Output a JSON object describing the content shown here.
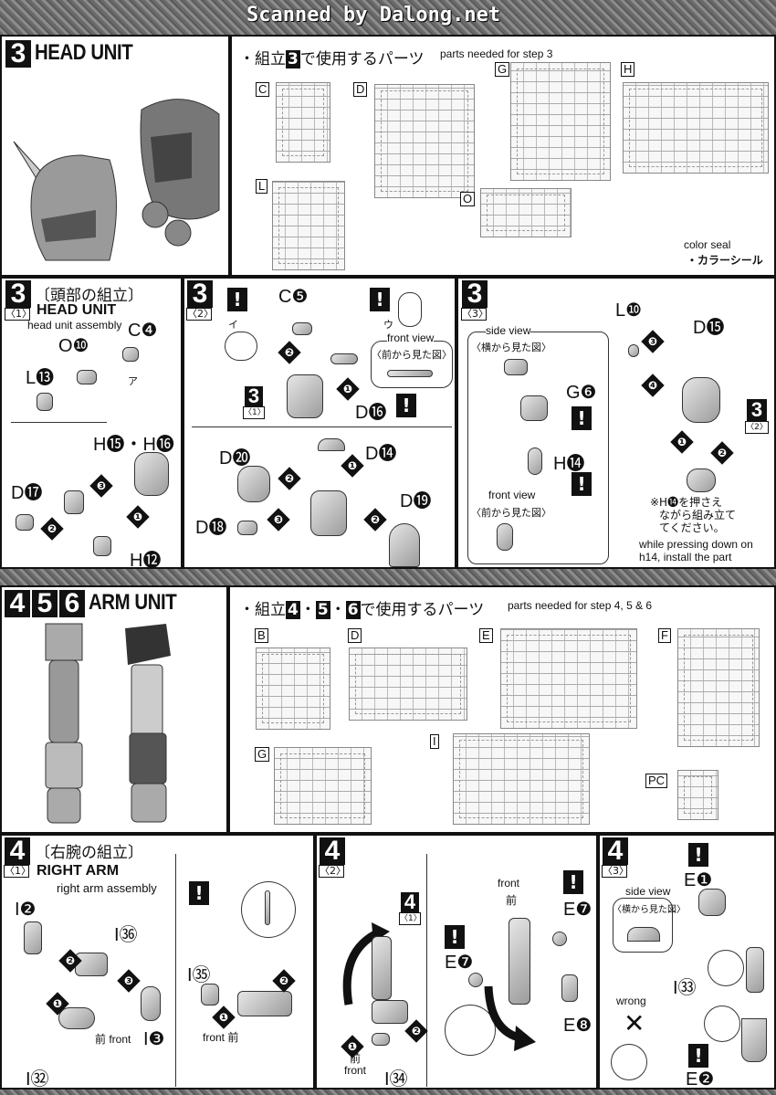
{
  "header": {
    "watermark": "Scanned by Dalong.net"
  },
  "head_unit": {
    "step": "3",
    "title": "HEAD UNIT"
  },
  "head_parts": {
    "heading": "・組立",
    "step": "3",
    "heading_suffix": "で使用するパーツ",
    "english": "parts needed for step 3",
    "runners": [
      "C",
      "D",
      "G",
      "H",
      "L",
      "O"
    ],
    "color_seal_en": "color seal",
    "color_seal_jp": "・カラーシール"
  },
  "step3_1": {
    "step": "3",
    "sub": "〈1〉",
    "jp_title": "〔頭部の組立〕",
    "title": "HEAD UNIT",
    "english": "head unit assembly",
    "parts": [
      "C❹",
      "O❿",
      "L⓭",
      "H⓯・H⓰",
      "D⓱",
      "H⓬"
    ],
    "seal": "ア"
  },
  "step3_2": {
    "step": "3",
    "sub": "〈2〉",
    "parts": [
      "C❺",
      "D⓰",
      "D⓴",
      "D⓮",
      "D⓳",
      "D⓲"
    ],
    "front_view_en": "front view",
    "front_view_jp": "〈前から見た図〉",
    "ref_step": "3",
    "ref_sub": "〈1〉",
    "seals": [
      "イ",
      "ウ"
    ]
  },
  "step3_3": {
    "step": "3",
    "sub": "〈3〉",
    "side_view_en": "side view",
    "side_view_jp": "〈横から見た図〉",
    "front_view_en": "front view",
    "front_view_jp": "〈前から見た図〉",
    "parts": [
      "G❻",
      "H⓮",
      "L❿",
      "D⓯"
    ],
    "ref_step": "3",
    "ref_sub": "〈2〉",
    "note_jp": [
      "※H⓮を押さえ",
      "ながら組み立て",
      "てください。"
    ],
    "note_en": [
      "while pressing down on",
      "h14, install the part"
    ]
  },
  "arm_unit": {
    "steps": [
      "4",
      "5",
      "6"
    ],
    "title": "ARM UNIT"
  },
  "arm_parts": {
    "heading": "・組立",
    "steps": [
      "4",
      "5",
      "6"
    ],
    "sep": "・",
    "heading_suffix": "で使用するパーツ",
    "english": "parts needed for step 4, 5 & 6",
    "runners": [
      "B",
      "D",
      "E",
      "F",
      "G",
      "I",
      "PC"
    ]
  },
  "step4_1": {
    "step": "4",
    "sub": "〈1〉",
    "jp_title": "〔右腕の組立〕",
    "title": "RIGHT ARM",
    "english": "right arm assembly",
    "parts": [
      "I❷",
      "I㊱",
      "I㉟",
      "I❸",
      "I㉜"
    ],
    "front1": "前 front",
    "front2": "front 前"
  },
  "step4_2": {
    "step": "4",
    "sub": "〈2〉",
    "ref_step": "4",
    "ref_sub": "〈1〉",
    "front_en": "front",
    "front_jp": "前",
    "parts": [
      "E❼",
      "E❼",
      "E❽",
      "I㉞"
    ],
    "front_bottom_jp": "前",
    "front_bottom_en": "front"
  },
  "step4_3": {
    "step": "4",
    "sub": "〈3〉",
    "side_view_en": "side view",
    "side_view_jp": "〈横から見た図〉",
    "parts": [
      "E❶",
      "I㉝",
      "E❷"
    ],
    "wrong": "wrong",
    "wrong_mark": "✕"
  },
  "symbols": {
    "warning": "!",
    "arrow_steps": [
      "❶",
      "❷",
      "❸",
      "❹"
    ]
  }
}
